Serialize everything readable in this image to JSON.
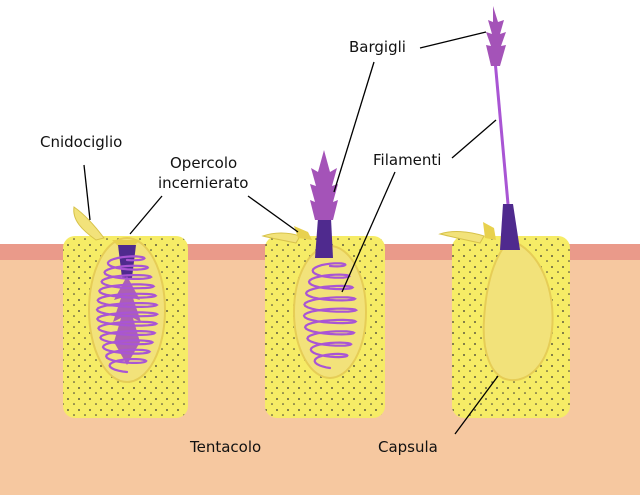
{
  "labels": {
    "cnidociglio": "Cnidociglio",
    "opercolo_line1": "Opercolo",
    "opercolo_line2": "incernierato",
    "bargigli": "Bargigli",
    "filamenti": "Filamenti",
    "tentacolo": "Tentacolo",
    "capsula": "Capsula"
  },
  "colors": {
    "tissue": "#f6c8a0",
    "surface_band": "#ea9a8a",
    "cell": "#f6ec66",
    "capsule": "#f2e27a",
    "thread": "#a955d4",
    "barb": "#a453b8",
    "tube": "#4f2a8e"
  }
}
